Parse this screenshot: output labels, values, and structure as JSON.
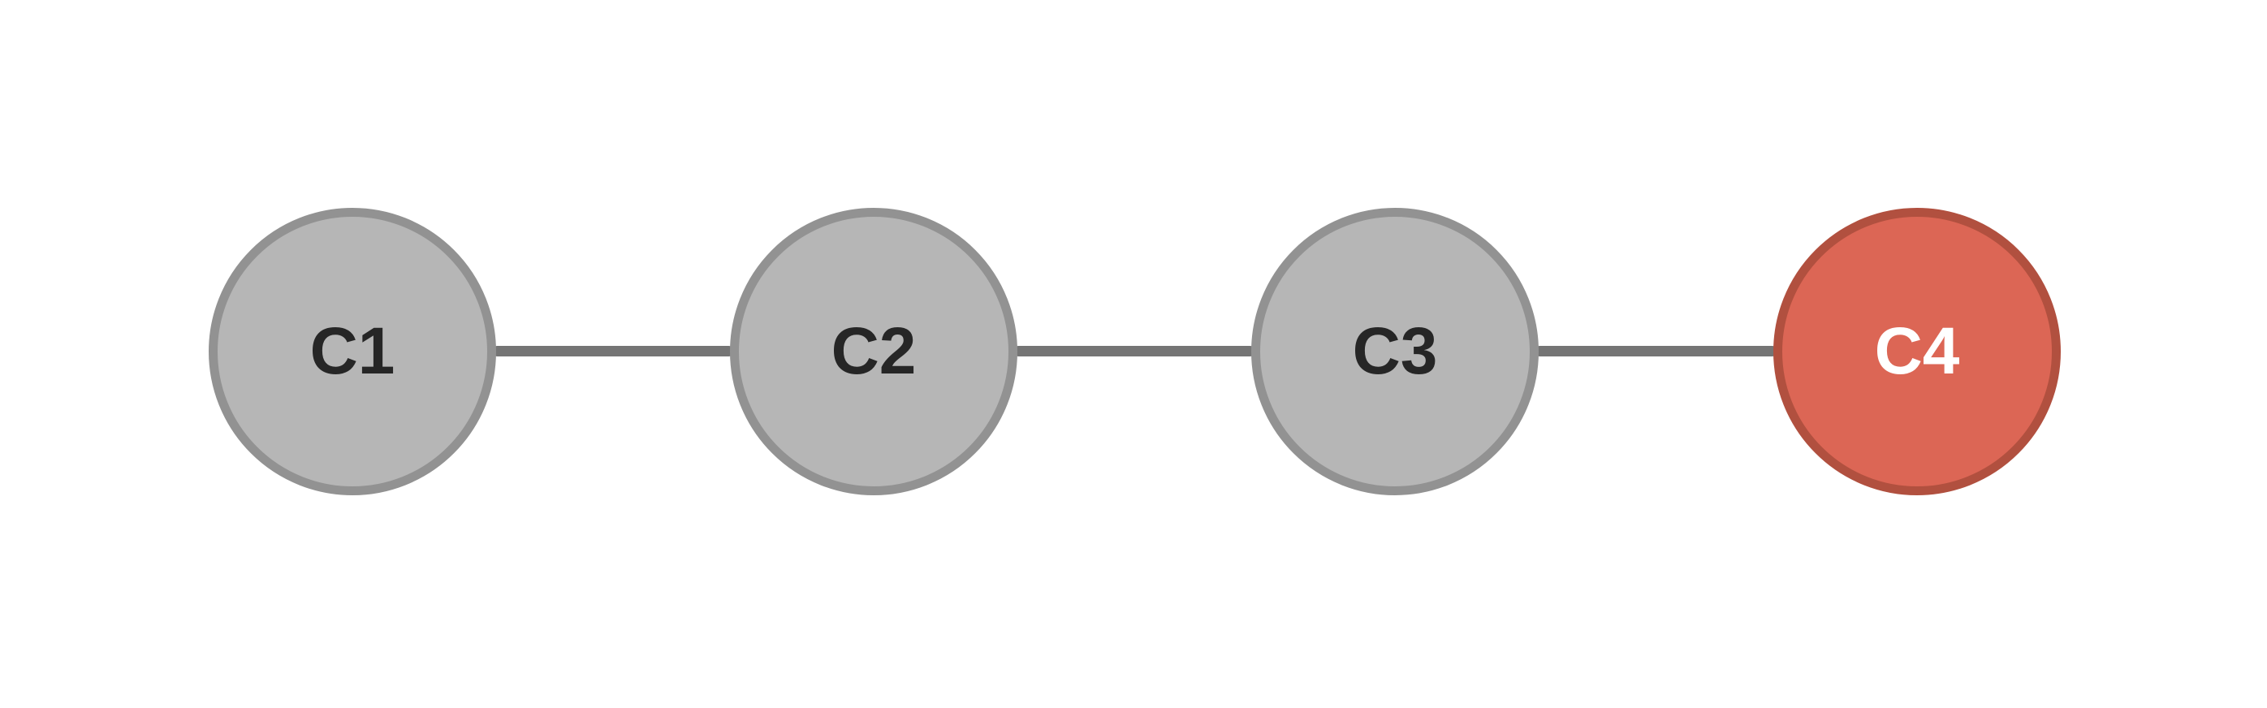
{
  "graph": {
    "type": "linear_chain",
    "background_color": "#ffffff",
    "edge_color": "#757575",
    "nodes": [
      {
        "id": "C1",
        "label": "C1",
        "fill": "#b6b6b6",
        "stroke": "#929292",
        "text_color": "#262626",
        "state": "default"
      },
      {
        "id": "C2",
        "label": "C2",
        "fill": "#b6b6b6",
        "stroke": "#929292",
        "text_color": "#262626",
        "state": "default"
      },
      {
        "id": "C3",
        "label": "C3",
        "fill": "#b6b6b6",
        "stroke": "#929292",
        "text_color": "#262626",
        "state": "default"
      },
      {
        "id": "C4",
        "label": "C4",
        "fill": "#dc6655",
        "stroke": "#b1503f",
        "text_color": "#ffffff",
        "state": "highlighted"
      }
    ],
    "edges": [
      {
        "from": "C1",
        "to": "C2"
      },
      {
        "from": "C2",
        "to": "C3"
      },
      {
        "from": "C3",
        "to": "C4"
      }
    ]
  }
}
